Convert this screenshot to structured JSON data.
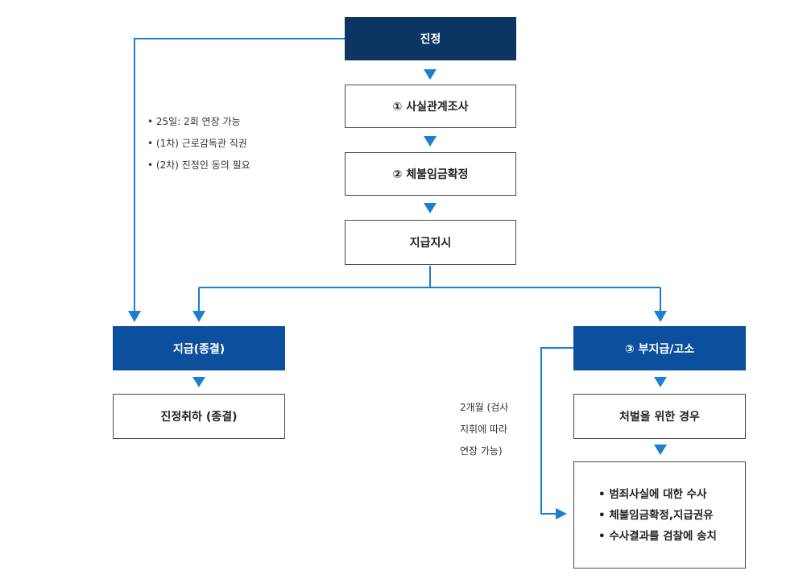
{
  "colors": {
    "dark_box": "#0c3563",
    "mid_box": "#0c4f9c",
    "connector": "#1a7fd0",
    "outline": "#4a4a4a"
  },
  "nodes": {
    "petition": "진정",
    "fact_check": "① 사실관계조사",
    "wage_confirm": "② 체불임금확정",
    "pay_order": "지급지시",
    "paid_closed": "지급(종결)",
    "withdrawal": "진정취하 (종결)",
    "nonpayment": "③ 부지급/고소",
    "punishment_case": "처벌을 위한 경우",
    "investigation_items": [
      "• 범죄사실에 대한 수사",
      "• 체불임금확정,지급권유",
      "• 수사결과를 검찰에 송치"
    ]
  },
  "notes": {
    "extension": [
      "• 25일: 2회 연장 가능",
      "• (1차) 근로감독관 직권",
      "• (2차) 진정인 동의 필요"
    ],
    "two_month": [
      "2개월 (검사",
      "지휘에 따라",
      "연장 가능)"
    ]
  }
}
